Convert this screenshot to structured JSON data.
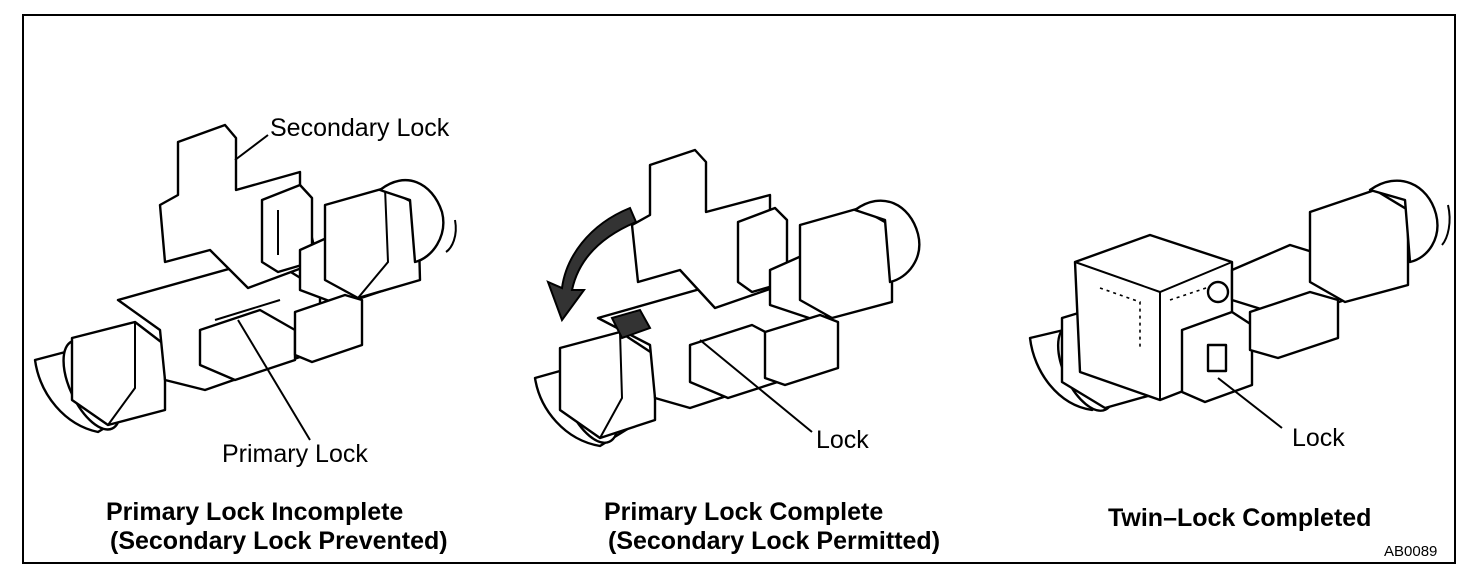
{
  "figure": {
    "code": "AB0089",
    "panels": [
      {
        "id": "incomplete",
        "callouts": [
          "Secondary Lock",
          "Primary Lock"
        ],
        "caption_line1": "Primary Lock Incomplete",
        "caption_line2": "(Secondary Lock Prevented)"
      },
      {
        "id": "complete",
        "callouts": [
          "Lock"
        ],
        "caption_line1": "Primary Lock Complete",
        "caption_line2": "(Secondary Lock Permitted)"
      },
      {
        "id": "twin",
        "callouts": [
          "Lock"
        ],
        "caption_line1": "Twin–Lock Completed"
      }
    ]
  }
}
